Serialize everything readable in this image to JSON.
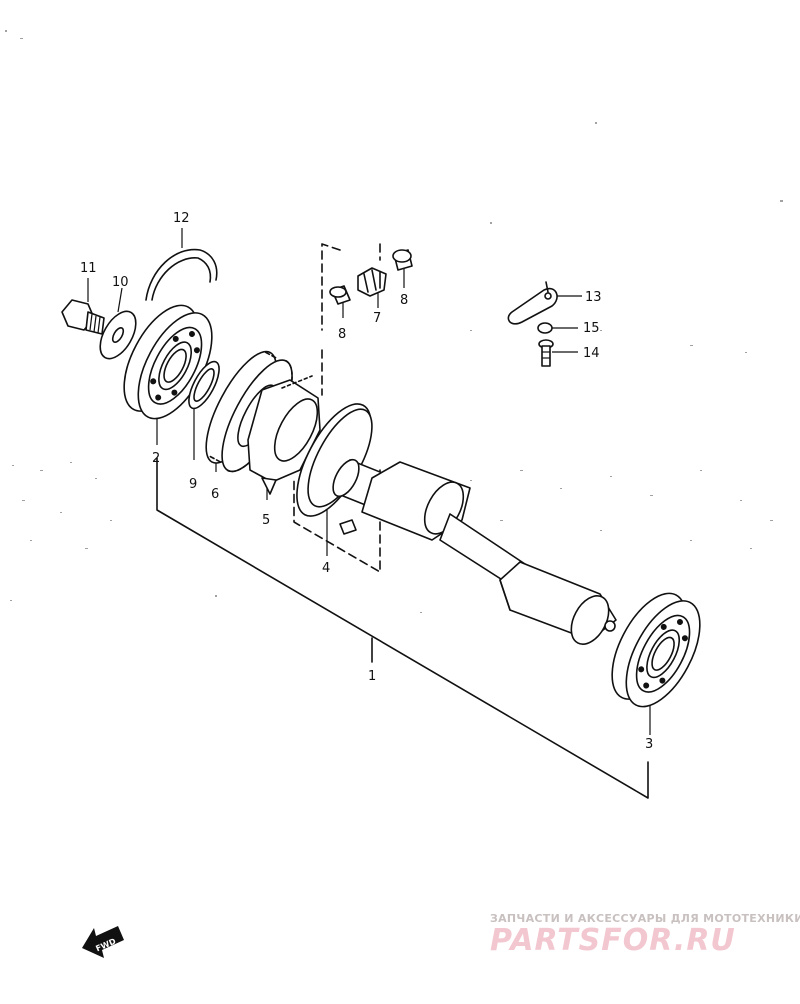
{
  "parts": [
    {
      "id": "1",
      "label": "1"
    },
    {
      "id": "2",
      "label": "2"
    },
    {
      "id": "3",
      "label": "3"
    },
    {
      "id": "4",
      "label": "4"
    },
    {
      "id": "5",
      "label": "5"
    },
    {
      "id": "6",
      "label": "6"
    },
    {
      "id": "7",
      "label": "7"
    },
    {
      "id": "8a",
      "label": "8"
    },
    {
      "id": "8b",
      "label": "8"
    },
    {
      "id": "9",
      "label": "9"
    },
    {
      "id": "10",
      "label": "10"
    },
    {
      "id": "11",
      "label": "11"
    },
    {
      "id": "12",
      "label": "12"
    },
    {
      "id": "13",
      "label": "13"
    },
    {
      "id": "14",
      "label": "14"
    },
    {
      "id": "15",
      "label": "15"
    }
  ],
  "fwd": {
    "label": "FWD"
  },
  "watermark": {
    "tagline": "ЗАПЧАСТИ И АКСЕССУАРЫ ДЛЯ МОТОТЕХНИКИ",
    "brand": "PARTSFOR.RU"
  }
}
